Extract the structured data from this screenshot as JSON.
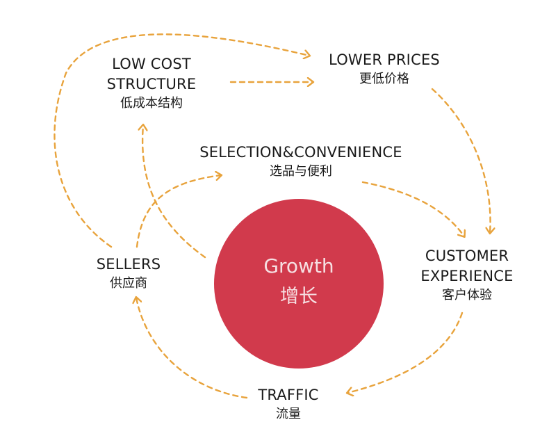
{
  "center": {
    "title_en": "Growth",
    "title_zh": "增长",
    "color": "#d13a4c"
  },
  "arrow_color": "#e8a33c",
  "nodes": {
    "low_cost": {
      "en_line1": "LOW COST",
      "en_line2": "STRUCTURE",
      "zh": "低成本结构"
    },
    "lower_prices": {
      "en": "LOWER PRICES",
      "zh": "更低价格"
    },
    "selection": {
      "en": "SELECTION&CONVENIENCE",
      "zh": "选品与便利"
    },
    "customer_experience": {
      "en_line1": "CUSTOMER",
      "en_line2": "EXPERIENCE",
      "zh": "客户体验"
    },
    "traffic": {
      "en": "TRAFFIC",
      "zh": "流量"
    },
    "sellers": {
      "en": "SELLERS",
      "zh": "供应商"
    }
  }
}
